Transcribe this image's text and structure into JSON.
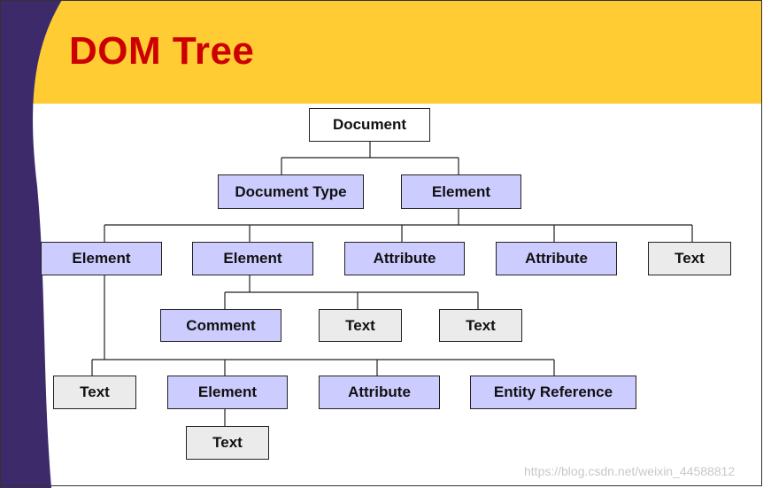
{
  "slide": {
    "title": "DOM Tree",
    "colors": {
      "header_band": "#FFCC33",
      "title_text": "#CC0000",
      "left_bar": "#3D2A6B",
      "node_blue": "#CCCCFF",
      "node_gray": "#EBEBEB",
      "node_white": "#FFFFFF"
    }
  },
  "tree": {
    "root": {
      "label": "Document",
      "children": [
        {
          "label": "Document Type"
        },
        {
          "label": "Element",
          "children": [
            {
              "label": "Element",
              "children": [
                {
                  "label": "Text"
                },
                {
                  "label": "Element",
                  "children": [
                    {
                      "label": "Text"
                    }
                  ]
                },
                {
                  "label": "Attribute"
                },
                {
                  "label": "Entity Reference"
                }
              ]
            },
            {
              "label": "Element",
              "children": [
                {
                  "label": "Comment"
                },
                {
                  "label": "Text"
                },
                {
                  "label": "Text"
                }
              ]
            },
            {
              "label": "Attribute"
            },
            {
              "label": "Attribute"
            },
            {
              "label": "Text"
            }
          ]
        }
      ]
    }
  },
  "watermark": "https://blog.csdn.net/weixin_44588812"
}
